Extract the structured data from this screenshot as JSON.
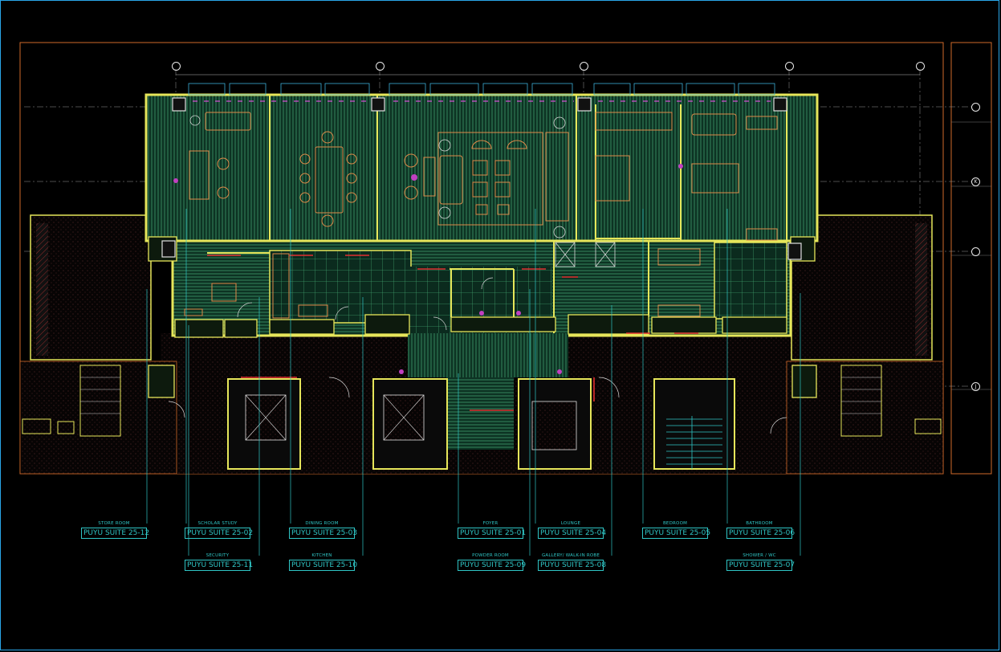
{
  "grid_top": [
    "",
    "",
    "",
    "",
    ""
  ],
  "grid_side": [
    "",
    "K",
    "",
    "J"
  ],
  "room_tags": [
    {
      "name": "STORE ROOM",
      "code": "PUYU SUITE 25-12"
    },
    {
      "name": "SCHOLAR STUDY",
      "code": "PUYU SUITE 25-02"
    },
    {
      "name": "SECURITY",
      "code": "PUYU SUITE 25-11"
    },
    {
      "name": "DINING ROOM",
      "code": "PUYU SUITE 25-03"
    },
    {
      "name": "KITCHEN",
      "code": "PUYU SUITE 25-10"
    },
    {
      "name": "FOYER",
      "code": "PUYU SUITE 25-01"
    },
    {
      "name": "POWDER ROOM",
      "code": "PUYU SUITE 25-09"
    },
    {
      "name": "LOUNGE",
      "code": "PUYU SUITE 25-04"
    },
    {
      "name": "GALLERY/ WALK-IN ROBE",
      "code": "PUYU SUITE 25-08"
    },
    {
      "name": "BEDROOM",
      "code": "PUYU SUITE 25-05"
    },
    {
      "name": "BATHROOM",
      "code": "PUYU SUITE 25-06"
    },
    {
      "name": "SHOWER / WC",
      "code": "PUYU SUITE 25-07"
    }
  ],
  "colors": {
    "border": "#2aa6e8",
    "wall": "#e6e65a",
    "floor": "#0f3a2a",
    "hatch": "#2f8f5f",
    "cyan": "#2fc5c5",
    "red": "#e03030",
    "magenta": "#c040c0"
  }
}
